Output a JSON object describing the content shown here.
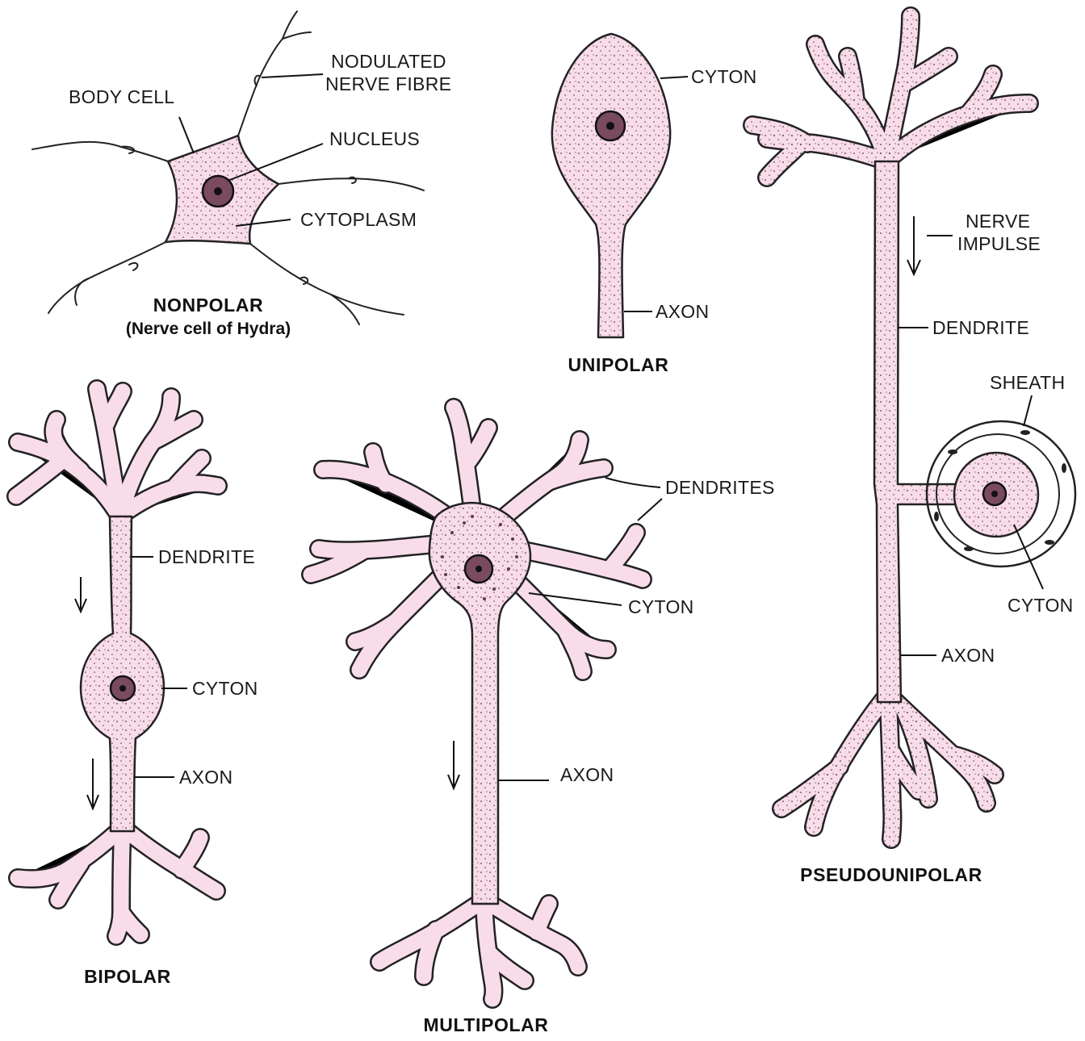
{
  "palette": {
    "cell_fill": "#f8dcea",
    "outline": "#222222",
    "text": "#1a1a1a",
    "background": "#ffffff"
  },
  "nonpolar": {
    "title": "NONPOLAR",
    "subtitle": "(Nerve cell of Hydra)",
    "labels": {
      "body_cell": "BODY CELL",
      "nodulated_1": "NODULATED",
      "nodulated_2": "NERVE FIBRE",
      "nucleus": "NUCLEUS",
      "cytoplasm": "CYTOPLASM"
    }
  },
  "unipolar": {
    "title": "UNIPOLAR",
    "labels": {
      "cyton": "CYTON",
      "axon": "AXON"
    }
  },
  "pseudounipolar": {
    "title": "PSEUDOUNIPOLAR",
    "labels": {
      "impulse_1": "NERVE",
      "impulse_2": "IMPULSE",
      "dendrite": "DENDRITE",
      "sheath": "SHEATH",
      "cyton": "CYTON",
      "axon": "AXON"
    }
  },
  "bipolar": {
    "title": "BIPOLAR",
    "labels": {
      "dendrite": "DENDRITE",
      "cyton": "CYTON",
      "axon": "AXON"
    }
  },
  "multipolar": {
    "title": "MULTIPOLAR",
    "labels": {
      "dendrites": "DENDRITES",
      "cyton": "CYTON",
      "axon": "AXON"
    }
  }
}
